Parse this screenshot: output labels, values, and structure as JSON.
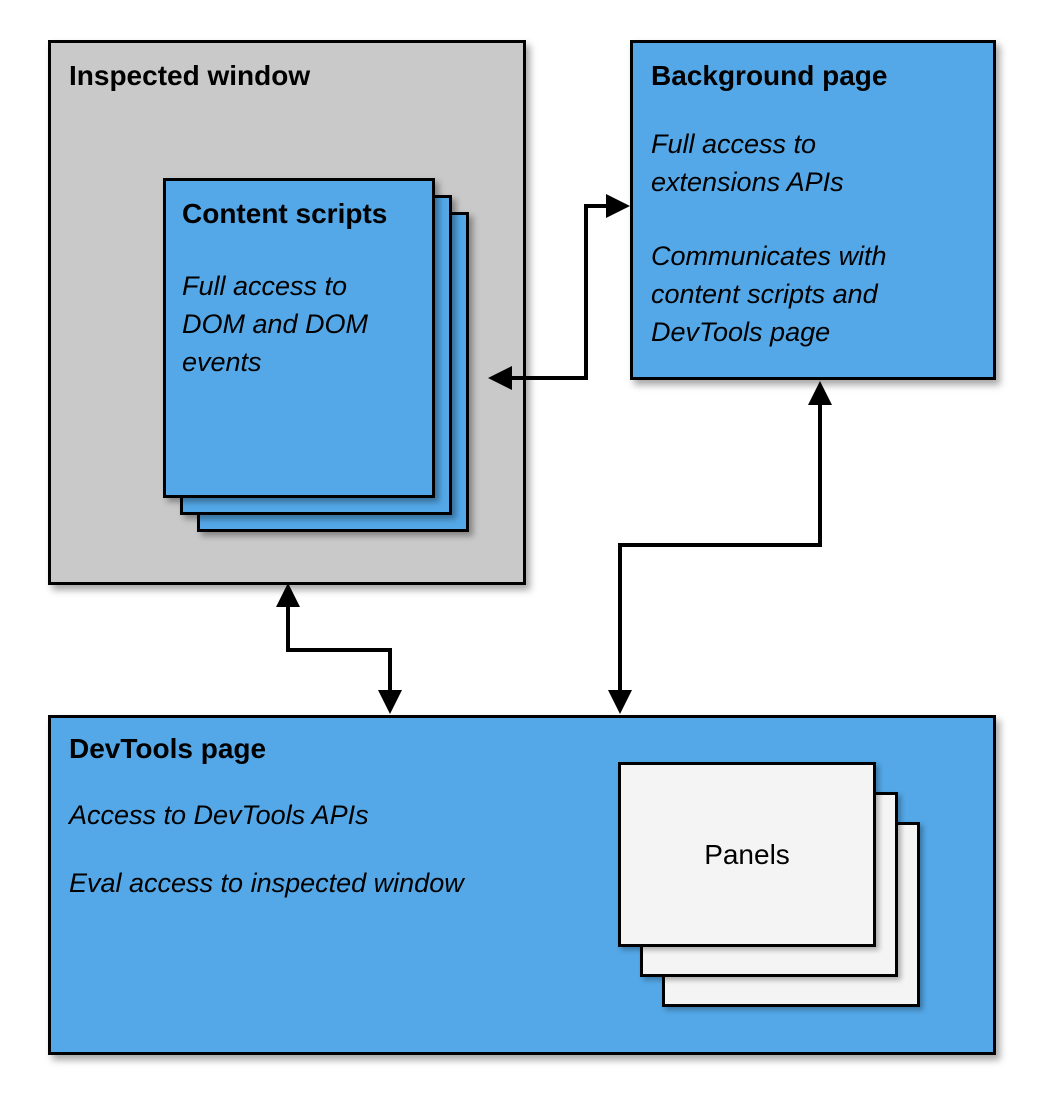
{
  "colors": {
    "box_blue": "#54a8e8",
    "box_gray": "#c9c9c9",
    "panel_bg": "#f4f4f4",
    "arrow": "#000000"
  },
  "inspected_window": {
    "title": "Inspected window"
  },
  "content_scripts": {
    "title": "Content scripts",
    "body": "Full access to\nDOM and DOM\nevents"
  },
  "background_page": {
    "title": "Background page",
    "body1": "Full access to\nextensions APIs",
    "body2": "Communicates with\ncontent scripts and\nDevTools page"
  },
  "devtools_page": {
    "title": "DevTools page",
    "body1": "Access to DevTools APIs",
    "body2": "Eval access to inspected window"
  },
  "panels": {
    "title": "Panels"
  }
}
